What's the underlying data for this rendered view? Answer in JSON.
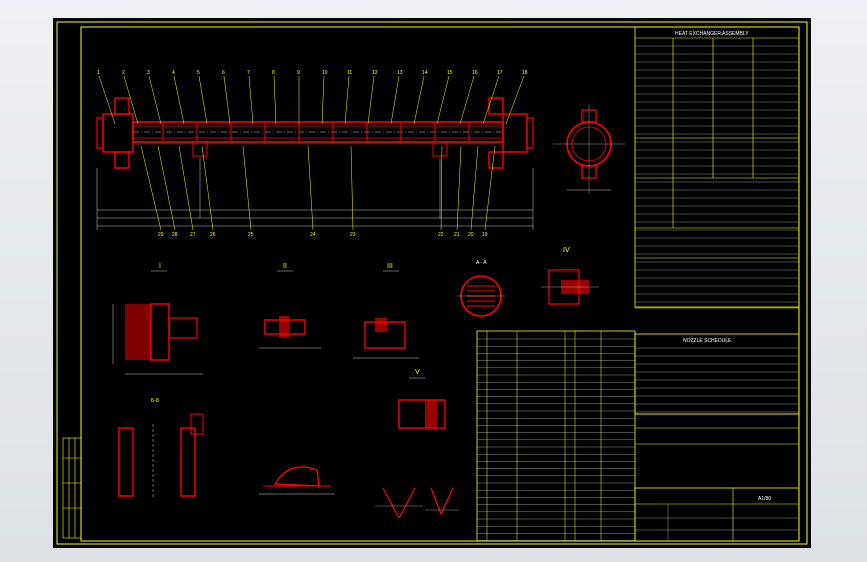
{
  "drawing": {
    "sheet_title": "HEAT EXCHANGER ASSEMBLY",
    "view_aa": "A - A",
    "view_bb": "Б-Б",
    "view_i": "I",
    "view_ii": "II",
    "view_iii": "III",
    "view_iv": "IV",
    "view_v": "V",
    "nozzle_schedule": "NOZZLE SCHEDULE",
    "format": "A1/80",
    "pos_top": [
      "1",
      "2",
      "3",
      "4",
      "5",
      "6",
      "7",
      "8",
      "9",
      "10",
      "11",
      "12",
      "13",
      "14",
      "15",
      "16",
      "17",
      "18"
    ],
    "pos_bottom": [
      "29",
      "28",
      "27",
      "26",
      "25",
      "24",
      "23",
      "22",
      "21",
      "20",
      "19"
    ]
  },
  "colors": {
    "background": "#000000",
    "outline": "#ffff00",
    "part": "#ff0000",
    "dim": "#ffffff"
  }
}
